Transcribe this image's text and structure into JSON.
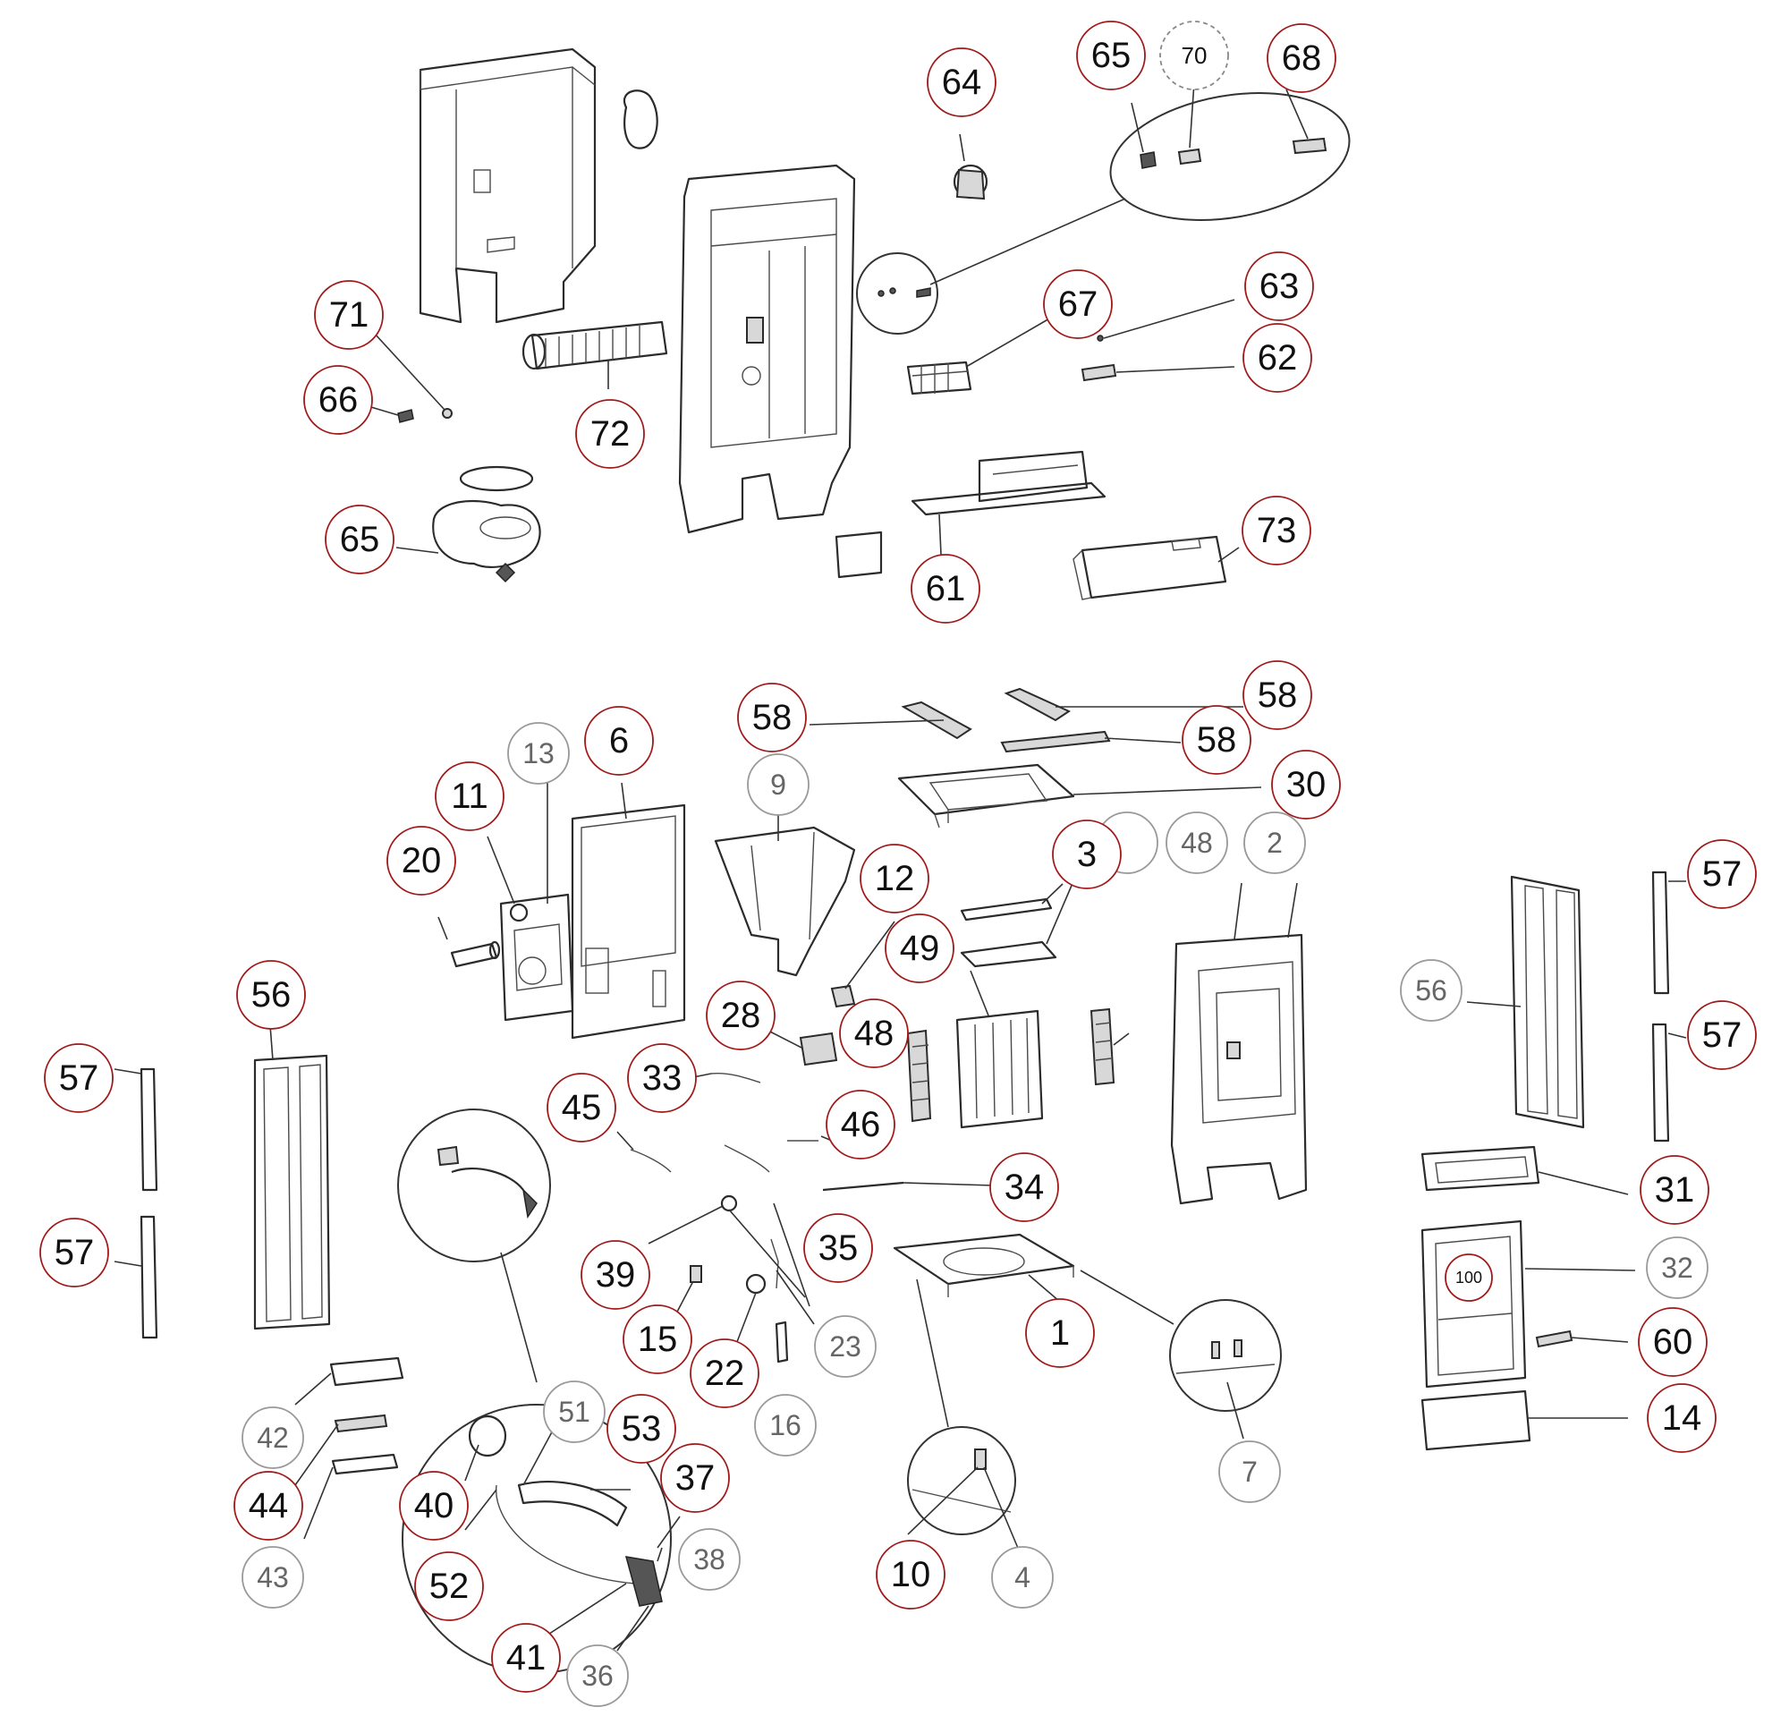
{
  "labels": {
    "p65a": "65",
    "p70": "70",
    "p68": "68",
    "p64": "64",
    "p63": "63",
    "p67": "67",
    "p62": "62",
    "p71": "71",
    "p66": "66",
    "p72": "72",
    "p65b": "65",
    "p61": "61",
    "p73": "73",
    "p58a": "58",
    "p58b": "58",
    "p58c": "58",
    "p30": "30",
    "p9": "9",
    "p13": "13",
    "p6": "6",
    "p11": "11",
    "p20": "20",
    "p3": "3",
    "p48a": "48",
    "p2": "2",
    "p12": "12",
    "p49": "49",
    "p28": "28",
    "p48b": "48",
    "p57a": "57",
    "p57b": "57",
    "p56a": "56",
    "p56b": "56",
    "p57c": "57",
    "p57d": "57",
    "p33": "33",
    "p45": "45",
    "p46": "46",
    "p34": "34",
    "p31": "31",
    "p35": "35",
    "p39": "39",
    "p32": "32",
    "p100": "100",
    "p1": "1",
    "p15": "15",
    "p23": "23",
    "p22": "22",
    "p60": "60",
    "p16": "16",
    "p14": "14",
    "p42": "42",
    "p51": "51",
    "p53": "53",
    "p37": "37",
    "p44": "44",
    "p40": "40",
    "p7": "7",
    "p43": "43",
    "p38": "38",
    "p52": "52",
    "p10": "10",
    "p4": "4",
    "p41": "41",
    "p36": "36"
  }
}
